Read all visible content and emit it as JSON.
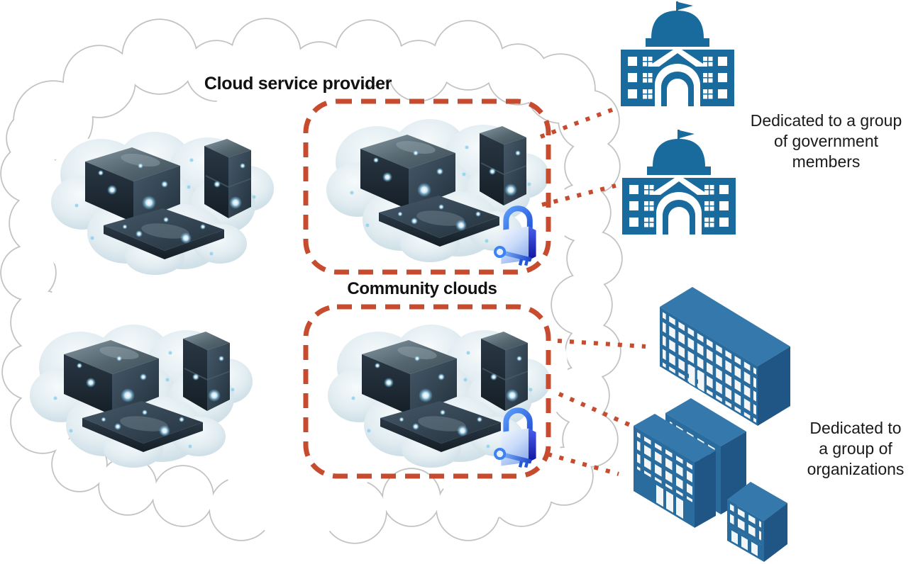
{
  "diagram": {
    "title": "Cloud service provider",
    "community_label": "Community clouds",
    "gov_caption_lines": [
      "Dedicated to a group",
      "of government",
      "members"
    ],
    "org_caption_lines": [
      "Dedicated to",
      "a group of",
      "organizations"
    ],
    "colors": {
      "accent_red": "#C74B2E",
      "government_blue": "#1A6B9D",
      "building_front_blue": "#2B6C9F",
      "building_top_blue": "#3579AC",
      "building_side_blue": "#1F5685",
      "cloud_outline_gray": "#C2C2C2",
      "lock_blue": "#2E6BE8"
    },
    "icons": {
      "big_cloud": "big-cloud-outline",
      "cluster": "server-cloud-cluster-icon",
      "lock": "padlock-key-icon",
      "government": "government-building-icon",
      "office": "office-building-icon"
    }
  }
}
